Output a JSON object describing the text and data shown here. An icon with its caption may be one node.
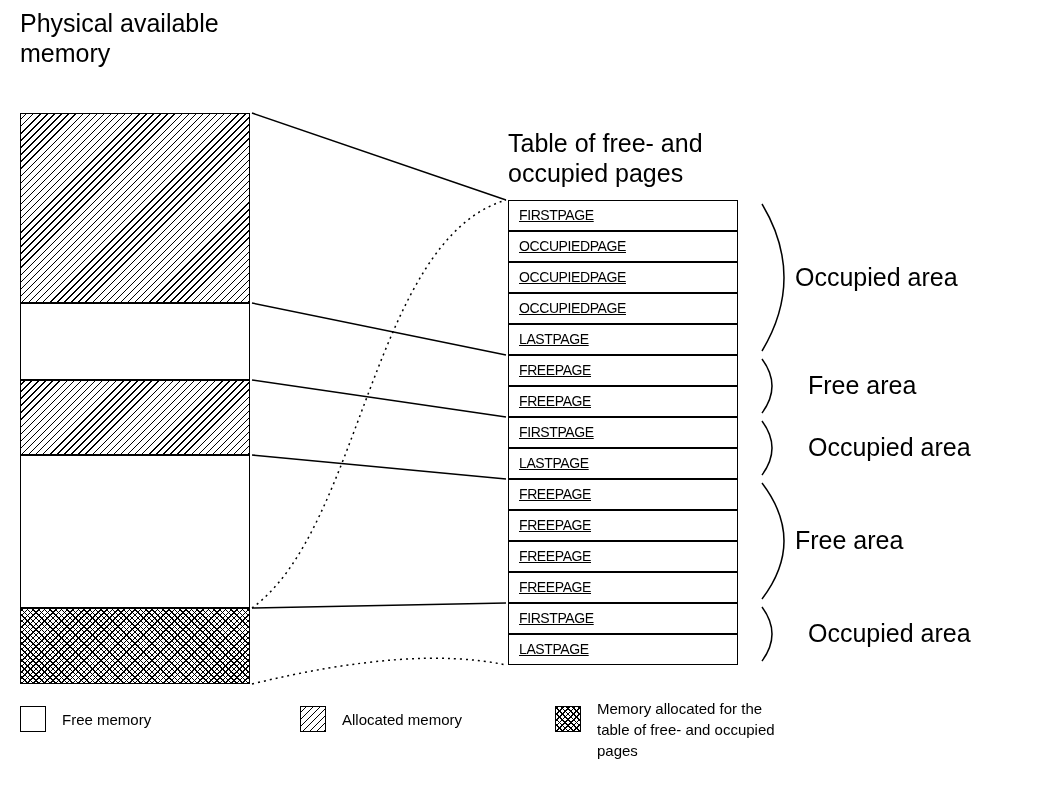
{
  "diagram": {
    "nodes": [
      {
        "text": [
          "Physical available memory"
        ]
      },
      {
        "text": [],
        "shape": "box",
        "in": 0
      },
      {
        "text": [],
        "shape": "box",
        "in": 0
      },
      {
        "text": [],
        "shape": "box",
        "in": 0
      },
      {
        "text": [],
        "shape": "box",
        "in": 0
      },
      {
        "text": [],
        "shape": "box",
        "in": 0
      },
      {
        "text": [
          "Table of free- and occupied pages"
        ]
      },
      {
        "text": [
          "FIRSTPAGE"
        ],
        "in": 6
      },
      {
        "text": [
          "OCCUPIEDPAGE"
        ],
        "in": 6
      },
      {
        "text": [
          "OCCUPIEDPAGE"
        ],
        "in": 6
      },
      {
        "text": [
          "OCCUPIEDPAGE"
        ],
        "in": 6
      },
      {
        "text": [
          "LASTPAGE"
        ],
        "in": 6
      },
      {
        "text": [
          "FREEPAGE"
        ],
        "in": 6
      },
      {
        "text": [
          "FREEPAGE"
        ],
        "in": 6
      },
      {
        "text": [
          "FIRSTPAGE"
        ],
        "in": 6
      },
      {
        "text": [
          "LASTPAGE"
        ],
        "in": 6
      },
      {
        "text": [
          "FREEPAGE"
        ],
        "in": 6
      },
      {
        "text": [
          "FREEPAGE"
        ],
        "in": 6
      },
      {
        "text": [
          "FREEPAGE"
        ],
        "in": 6
      },
      {
        "text": [
          "FREEPAGE"
        ],
        "in": 6
      },
      {
        "text": [
          "FIRSTPAGE"
        ],
        "in": 6
      },
      {
        "text": [
          "LASTPAGE"
        ],
        "in": 6
      }
    ],
    "edges": [
      {
        "from": 1,
        "to": 7,
        "arrow": "none"
      },
      {
        "from": 2,
        "to": 12,
        "arrow": "none"
      },
      {
        "from": 3,
        "to": 14,
        "arrow": "none"
      },
      {
        "from": 4,
        "to": 16,
        "arrow": "none"
      },
      {
        "from": 5,
        "to": 20,
        "arrow": "none"
      },
      {
        "from": 5,
        "to": 7,
        "arrow": "none",
        "style": "dashed"
      },
      {
        "from": 5,
        "to": 21,
        "arrow": "none",
        "style": "dashed"
      }
    ],
    "labels": [
      "Occupied area",
      "Free area",
      "Occupied area",
      "Free area",
      "Occupied area"
    ],
    "legend": [
      {
        "text": "Free memory"
      },
      {
        "text": "Allocated memory"
      },
      {
        "text": "Memory allocated for the table of free- and occupied pages"
      }
    ]
  }
}
